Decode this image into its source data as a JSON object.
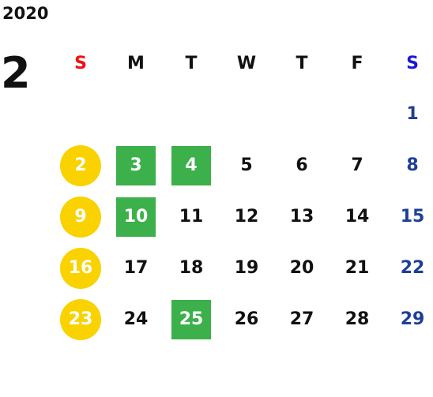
{
  "calendar": {
    "year": "2020",
    "month": "2",
    "weekdays": [
      "S",
      "M",
      "T",
      "W",
      "T",
      "F",
      "S"
    ],
    "weeks": [
      [
        "",
        "",
        "",
        "",
        "",
        "",
        "1"
      ],
      [
        "2",
        "3",
        "4",
        "5",
        "6",
        "7",
        "8"
      ],
      [
        "9",
        "10",
        "11",
        "12",
        "13",
        "14",
        "15"
      ],
      [
        "16",
        "17",
        "18",
        "19",
        "20",
        "21",
        "22"
      ],
      [
        "23",
        "24",
        "25",
        "26",
        "27",
        "28",
        "29"
      ]
    ],
    "highlighted_yellow_circle": [
      "2",
      "9",
      "16",
      "23"
    ],
    "highlighted_green_square": [
      "3",
      "4",
      "10",
      "25"
    ]
  },
  "colors": {
    "sunday_header": "#ee1111",
    "saturday_header": "#1a1ad6",
    "saturday_dates": "#1e3f96",
    "yellow_circle": "#f9d200",
    "green_square": "#3cb04a",
    "text": "#111111"
  }
}
